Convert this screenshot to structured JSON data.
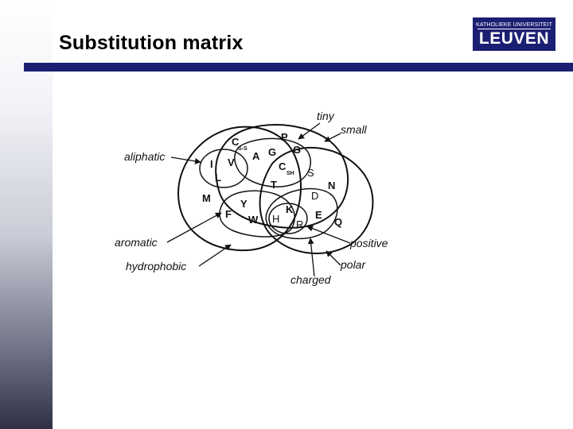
{
  "slide": {
    "title": "Substitution matrix"
  },
  "logo": {
    "line1": "KATHOLIEKE UNIVERSITEIT",
    "line2": "LEUVEN",
    "background": "#1b1f73"
  },
  "theme": {
    "title_rule_color": "#1b1f73",
    "side_gradient_dark": "#2e3046"
  },
  "diagram": {
    "set_labels": {
      "tiny": "tiny",
      "small": "small",
      "aliphatic": "aliphatic",
      "aromatic": "aromatic",
      "hydrophobic": "hydrophobic",
      "positive": "positive",
      "polar": "polar",
      "charged": "charged"
    },
    "amino_acids": {
      "P": "P",
      "C_ss": "C",
      "C_ss_sub": "S-S",
      "G_in": "G",
      "G_out": "G",
      "A": "A",
      "I": "I",
      "V": "V",
      "L": "L",
      "C_sh": "C",
      "C_sh_sub": "SH",
      "S": "S",
      "N": "N",
      "T": "T",
      "D": "D",
      "M": "M",
      "Y": "Y",
      "F": "F",
      "W": "W",
      "H": "H",
      "K": "K",
      "R": "R",
      "E": "E",
      "Q": "Q"
    }
  }
}
